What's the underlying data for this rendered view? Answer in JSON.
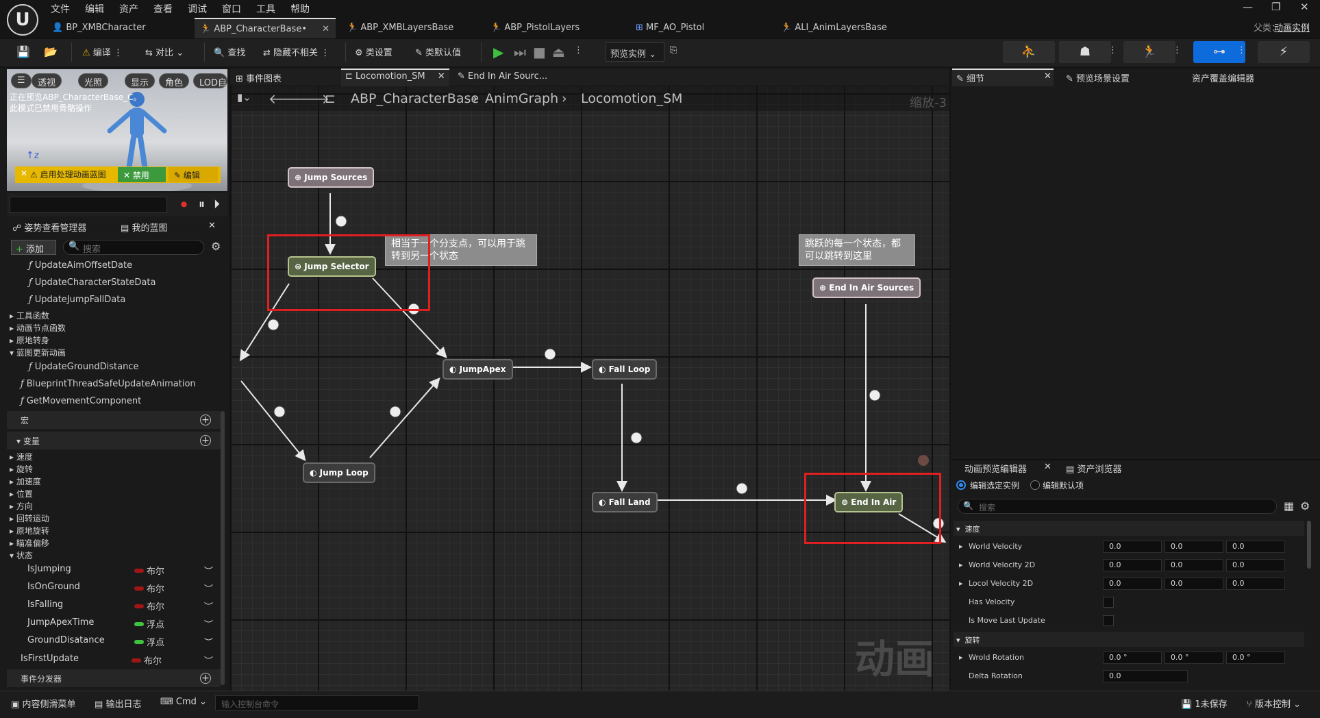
{
  "menu": [
    "文件",
    "编辑",
    "资产",
    "查看",
    "调试",
    "窗口",
    "工具",
    "帮助"
  ],
  "window": {
    "parent_label": "父类：",
    "parent_value": "动画实例"
  },
  "tabs": [
    {
      "label": "BP_XMBCharacter"
    },
    {
      "label": "ABP_CharacterBase•"
    },
    {
      "label": "ABP_XMBLayersBase"
    },
    {
      "label": "ABP_PistolLayers"
    },
    {
      "label": "MF_AO_Pistol"
    },
    {
      "label": "ALI_AnimLayersBase"
    }
  ],
  "toolbar": {
    "compile": "编译",
    "diff": "对比",
    "find": "查找",
    "hide_unrelated": "隐藏不相关",
    "class_settings": "类设置",
    "class_defaults": "类默认值",
    "preview_instance": "预览实例"
  },
  "viewport": {
    "buttons": [
      "透视",
      "光照",
      "显示",
      "角色",
      "LOD自"
    ],
    "overlay_text": "正在预览ABP_CharacterBase_C。此模式已禁用骨骼操作",
    "warn": "启用处理动画蓝图",
    "disable": "禁用",
    "edit": "编辑"
  },
  "left_tabs": {
    "pose_watch": "姿势查看管理器",
    "my_blueprint": "我的蓝图"
  },
  "add_label": "添加",
  "search_placeholder": "搜索",
  "functions": [
    "UpdateAimOffsetDate",
    "UpdateCharacterStateData",
    "UpdateJumpFallData"
  ],
  "categories": [
    "工具函数",
    "动画节点函数",
    "原地转身",
    "蓝图更新动画"
  ],
  "functions2": [
    "UpdateGroundDistance",
    "BlueprintThreadSafeUpdateAnimation",
    "GetMovementComponent"
  ],
  "sections": {
    "macros": "宏",
    "variables": "变量",
    "event_dispatchers": "事件分发器"
  },
  "var_categories": [
    "速度",
    "旋转",
    "加速度",
    "位置",
    "方向",
    "回转运动",
    "原地旋转",
    "瞄准偏移",
    "状态"
  ],
  "state_vars": [
    {
      "name": "IsJumping",
      "type": "布尔",
      "color": "#a01616"
    },
    {
      "name": "IsOnGround",
      "type": "布尔",
      "color": "#a01616"
    },
    {
      "name": "IsFalling",
      "type": "布尔",
      "color": "#a01616"
    },
    {
      "name": "JumpApexTime",
      "type": "浮点",
      "color": "#3fc23f"
    },
    {
      "name": "GroundDisatance",
      "type": "浮点",
      "color": "#3fc23f"
    },
    {
      "name": "IsFirstUpdate",
      "type": "布尔",
      "color": "#a01616"
    }
  ],
  "graph_tabs": {
    "event_graph": "事件图表",
    "locomotion": "Locomotion_SM",
    "end_in_air": "End In Air Sourc..."
  },
  "breadcrumb": {
    "root": "ABP_CharacterBase",
    "mid": "AnimGraph",
    "leaf": "Locomotion_SM"
  },
  "zoom": "缩放-3",
  "watermark": "动画",
  "nodes": {
    "jump_sources": "Jump Sources",
    "jump_selector": "Jump Selector",
    "jump_apex": "JumpApex",
    "fall_loop": "Fall Loop",
    "jump_loop": "Jump Loop",
    "fall_land": "Fall Land",
    "end_in_air_sources": "End In Air Sources",
    "end_in_air": "End In Air"
  },
  "comments": {
    "c1": "相当于一个分支点，可以用于跳转到另一个状态",
    "c2": "跳跃的每一个状态，都可以跳转到这里"
  },
  "right_tabs": {
    "details": "细节",
    "preview_settings": "预览场景设置",
    "asset_override": "资产覆盖编辑器"
  },
  "bottom_right_tabs": {
    "anim_preview": "动画预览编辑器",
    "asset_browser": "资产浏览器"
  },
  "radio": {
    "selected": "编辑选定实例",
    "default": "编辑默认项"
  },
  "speed_section": "速度",
  "rotation_section": "旋转",
  "props": [
    {
      "label": "World Velocity",
      "v": [
        "0.0",
        "0.0",
        "0.0"
      ]
    },
    {
      "label": "World Velocity 2D",
      "v": [
        "0.0",
        "0.0",
        "0.0"
      ]
    },
    {
      "label": "Locol Velocity 2D",
      "v": [
        "0.0",
        "0.0",
        "0.0"
      ]
    }
  ],
  "checks": [
    "Has Velocity",
    "Is Move Last Update"
  ],
  "rot_props": [
    {
      "label": "Wrold Rotation",
      "v": [
        "0.0 °",
        "0.0 °",
        "0.0 °"
      ]
    },
    {
      "label": "Delta Rotation",
      "v": [
        "0.0"
      ]
    }
  ],
  "status": {
    "content_drawer": "内容侧滑菜单",
    "output_log": "输出日志",
    "cmd": "Cmd",
    "console_placeholder": "输入控制台命令",
    "unsaved": "1未保存",
    "source_control": "版本控制"
  }
}
